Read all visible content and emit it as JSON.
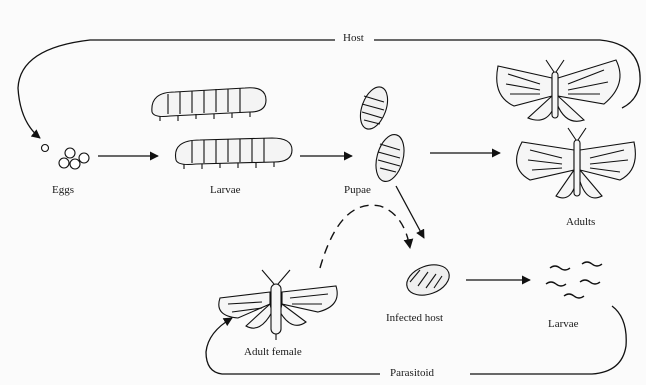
{
  "diagram": {
    "labels": {
      "host": "Host",
      "eggs": "Eggs",
      "larvae_host": "Larvae",
      "pupae": "Pupae",
      "adults": "Adults",
      "infected_host": "Infected host",
      "larvae_parasitoid": "Larvae",
      "adult_female": "Adult female",
      "parasitoid": "Parasitoid"
    }
  }
}
